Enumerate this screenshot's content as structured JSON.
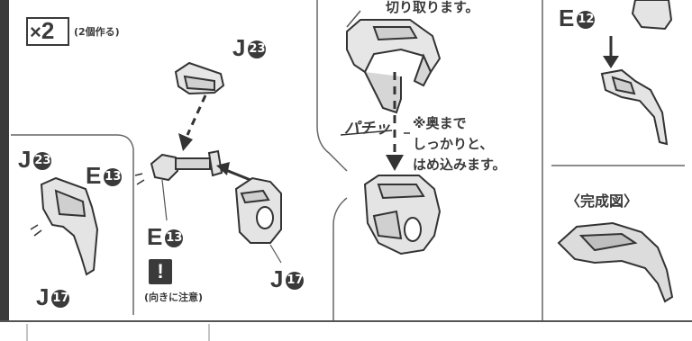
{
  "top_note": "切り取ります。",
  "multiplier": {
    "symbol": "×",
    "count": "2",
    "caption": "(2個作る)"
  },
  "parts": {
    "j23_top": {
      "letter": "J",
      "num": "23"
    },
    "e12": {
      "letter": "E",
      "num": "12"
    },
    "j23_left": {
      "letter": "J",
      "num": "23"
    },
    "e13_left": {
      "letter": "E",
      "num": "13"
    },
    "j17_left": {
      "letter": "J",
      "num": "17"
    },
    "e13_center": {
      "letter": "E",
      "num": "13"
    },
    "j17_center": {
      "letter": "J",
      "num": "17"
    }
  },
  "warning": {
    "icon": "exclamation-icon",
    "caption": "(向きに注意)"
  },
  "snap_sfx": "パチッ",
  "insert_note": {
    "line1": "※奥まで",
    "line2": "しっかりと、",
    "line3": "はめ込みます。"
  },
  "completed_label": "〈完成図〉",
  "colors": {
    "ink": "#3a3a3a",
    "part_fill": "#d8d8d8",
    "frame": "#444444"
  }
}
